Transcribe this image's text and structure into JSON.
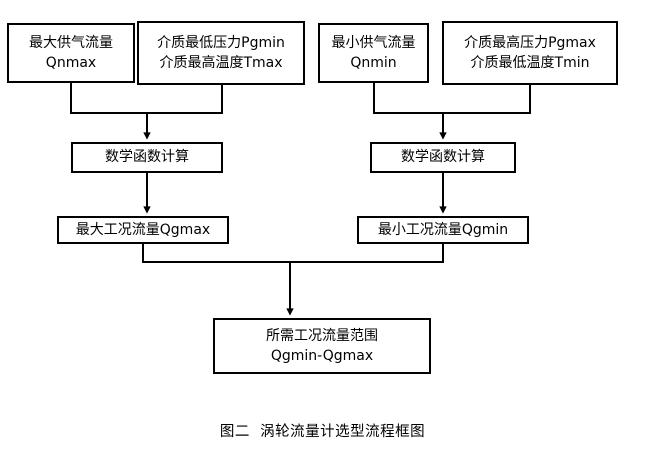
{
  "figure": {
    "caption": "图二  涡轮流量计选型流程框图",
    "line_color": "#000000",
    "box_border_color": "#000000",
    "background_color": "#ffffff"
  },
  "nodes": {
    "qnmax": {
      "line1": "最大供气流量",
      "line2": "Qnmax"
    },
    "pgmin": {
      "line1": "介质最低压力Pgmin",
      "line2": "介质最高温度Tmax"
    },
    "qnmin": {
      "line1": "最小供气流量",
      "line2": "Qnmin"
    },
    "pgmax": {
      "line1": "介质最高压力Pgmax",
      "line2": "介质最低温度Tmin"
    },
    "calc_left": {
      "line1": "数学函数计算"
    },
    "calc_right": {
      "line1": "数学函数计算"
    },
    "qgmax": {
      "line1": "最大工况流量Qgmax"
    },
    "qgmin": {
      "line1": "最小工况流量Qgmin"
    },
    "range": {
      "line1": "所需工况流量范围",
      "line2": "Qgmin-Qgmax"
    }
  },
  "edges": [
    {
      "from": "qnmax",
      "to": "calc_left",
      "type": "merge-branch"
    },
    {
      "from": "pgmin",
      "to": "calc_left",
      "type": "merge-branch"
    },
    {
      "from": "qnmin",
      "to": "calc_right",
      "type": "merge-branch"
    },
    {
      "from": "pgmax",
      "to": "calc_right",
      "type": "merge-branch"
    },
    {
      "from": "calc_left",
      "to": "qgmax",
      "type": "straight-arrow"
    },
    {
      "from": "calc_right",
      "to": "qgmin",
      "type": "straight-arrow"
    },
    {
      "from": "qgmax",
      "to": "range",
      "type": "merge-branch"
    },
    {
      "from": "qgmin",
      "to": "range",
      "type": "merge-branch"
    }
  ]
}
